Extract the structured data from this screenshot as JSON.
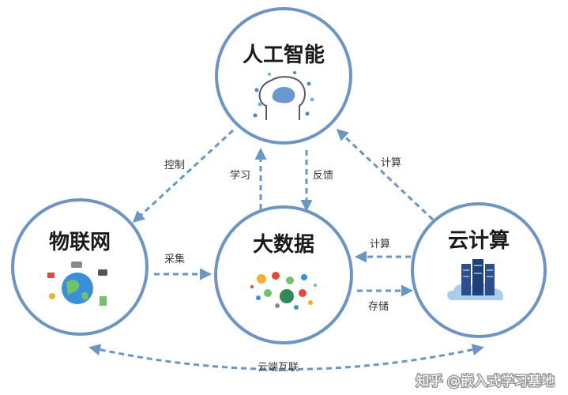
{
  "nodes": {
    "ai": {
      "label": "人工智能"
    },
    "iot": {
      "label": "物联网"
    },
    "bigdata": {
      "label": "大数据"
    },
    "cloud": {
      "label": "云计算"
    }
  },
  "edges": {
    "control": "控制",
    "learn": "学习",
    "feedback": "反馈",
    "compute_top": "计算",
    "collect": "采集",
    "compute_mid": "计算",
    "storage": "存储",
    "cloud_edge": "云端互联"
  },
  "watermark": "知乎 @嵌入式学习基地",
  "colors": {
    "ring": "#6c95c2",
    "arrow": "#6a96c4",
    "brain": "#4f86c6",
    "server": "#2c4f8c",
    "cloud": "#a9cdea",
    "globe": "#3b8fd6"
  }
}
